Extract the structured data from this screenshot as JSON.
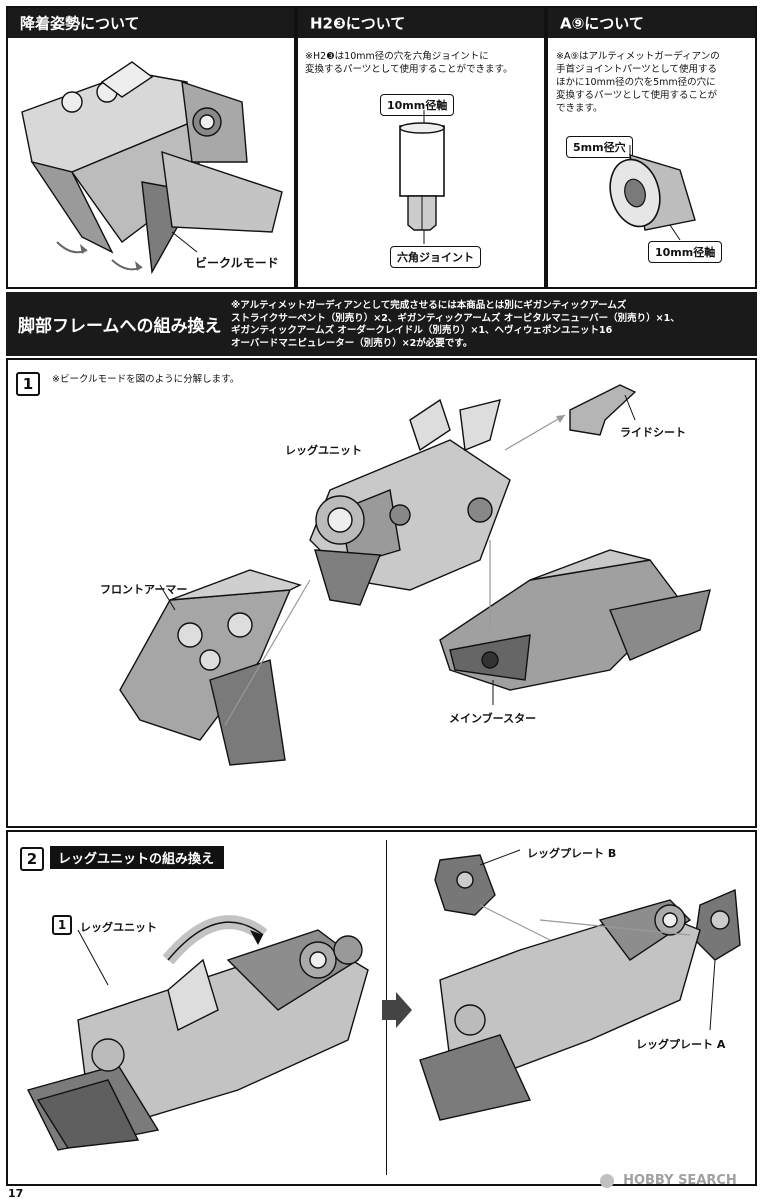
{
  "top": {
    "landing_title": "降着姿勢について",
    "landing_caption": "ビークルモード",
    "h2_title": "H2❸について",
    "h2_note": "※H2❸は10mm径の穴を六角ジョイントに\n変換するパーツとして使用することができます。",
    "h2_label_top": "10mm径軸",
    "h2_label_bottom": "六角ジョイント",
    "a9_title": "A⑨について",
    "a9_note": "※A⑨はアルティメットガーディアンの\n手首ジョイントパーツとして使用する\nほかに10mm径の穴を5mm径の穴に\n変換するパーツとして使用することが\nできます。",
    "a9_label_top": "5mm径穴",
    "a9_label_bottom": "10mm径軸"
  },
  "section": {
    "title": "脚部フレームへの組み換え",
    "note": "※アルティメットガーディアンとして完成させるには本商品とは別にギガンティックアームズ\nストライクサーペント（別売り）×2、ギガンティックアームズ オービタルマニューバー（別売り）×1、\nギガンティックアームズ オーダークレイドル（別売り）×1、ヘヴィウェポンユニット16\nオーバードマニピュレーター（別売り）×2が必要です。"
  },
  "step1": {
    "number": "1",
    "note": "※ビークルモードを図のように分解します。",
    "labels": {
      "leg_unit": "レッグユニット",
      "ride_seat": "ライドシート",
      "front_armor": "フロントアーマー",
      "main_booster": "メインブースター"
    }
  },
  "step2": {
    "number": "2",
    "title": "レッグユニットの組み換え",
    "ref_number": "1",
    "ref_label": "レッグユニット",
    "plate_b": "レッグプレート B",
    "plate_a": "レッグプレート A"
  },
  "footer": {
    "watermark": "HOBBY SEARCH",
    "page_number": "17"
  },
  "colors": {
    "band": "#1a1a1a",
    "part_fill": "#8f8f8f",
    "part_light": "#d4d4d4",
    "line": "#111111"
  }
}
